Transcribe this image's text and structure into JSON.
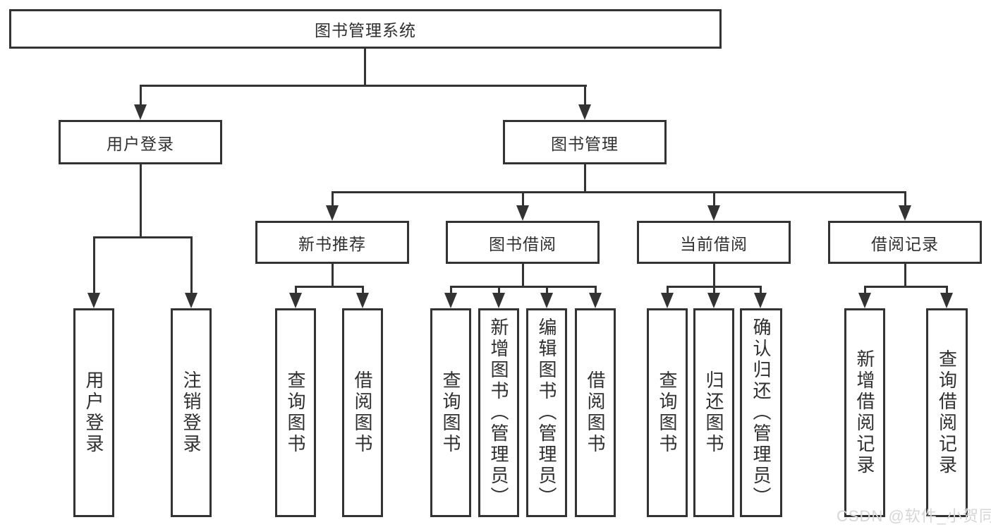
{
  "title": "图书管理系统",
  "level2": {
    "user_login": "用户登录",
    "book_management": "图书管理"
  },
  "level3": {
    "new_book_recommend": "新书推荐",
    "book_borrowing": "图书借阅",
    "current_borrowing": "当前借阅",
    "borrowing_records": "借阅记录"
  },
  "leaves": {
    "user_login": "用户登录",
    "logout_login": "注销登录",
    "nb_query_books": "查询图书",
    "nb_borrow_books": "借阅图书",
    "bb_query_books": "查询图书",
    "bb_add_books_admin": "新增图书（管理员）",
    "bb_edit_books_admin": "编辑图书（管理员）",
    "bb_borrow_books": "借阅图书",
    "cb_query_books": "查询图书",
    "cb_return_books": "归还图书",
    "cb_confirm_return_admin": "确认归还（管理员）",
    "br_add_record": "新增借阅记录",
    "br_query_record": "查询借阅记录"
  },
  "watermark": "CSDN @软件_小贺同学",
  "colors": {
    "line": "#333333",
    "text": "#2f2f2f",
    "watermark": "#d6d6d6",
    "background": "#ffffff"
  }
}
